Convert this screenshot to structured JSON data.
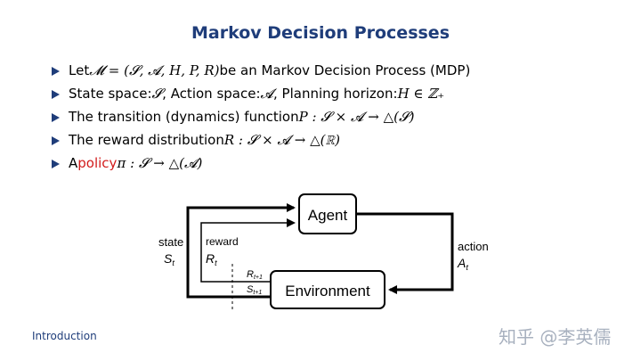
{
  "title": "Markov Decision Processes",
  "bullets": [
    {
      "pre": "Let ",
      "math": "𝓜 = (𝓢, 𝓐, H, P, R)",
      "post": " be an Markov Decision Process (MDP)"
    },
    {
      "pre": "State space: ",
      "math1": "𝓢",
      "mid": ", Action space: ",
      "math2": "𝓐",
      "mid2": ", Planning horizon: ",
      "math3": "H ∈ ℤ₊"
    },
    {
      "pre": "The transition (dynamics) function ",
      "math": "P : 𝓢 × 𝓐 → △(𝓢)"
    },
    {
      "pre": "The reward distribution ",
      "math": "R : 𝓢 × 𝓐 → △(ℝ)"
    },
    {
      "pre": "A ",
      "highlight": "policy",
      "math": " π : 𝓢 → △(𝓐)"
    }
  ],
  "diagram": {
    "agent": "Agent",
    "environment": "Environment",
    "state_label": "state",
    "state_sym": "S",
    "state_sub": "t",
    "reward_label": "reward",
    "reward_sym": "R",
    "reward_sub": "t",
    "action_label": "action",
    "action_sym": "A",
    "action_sub": "t",
    "next_reward_sym": "R",
    "next_reward_sub": "t+1",
    "next_state_sym": "S",
    "next_state_sub": "t+1"
  },
  "footer": {
    "left": "Introduction",
    "watermark": "知乎 @李英儒"
  },
  "colors": {
    "title": "#1f3d7a",
    "highlight": "#d21b1b"
  }
}
